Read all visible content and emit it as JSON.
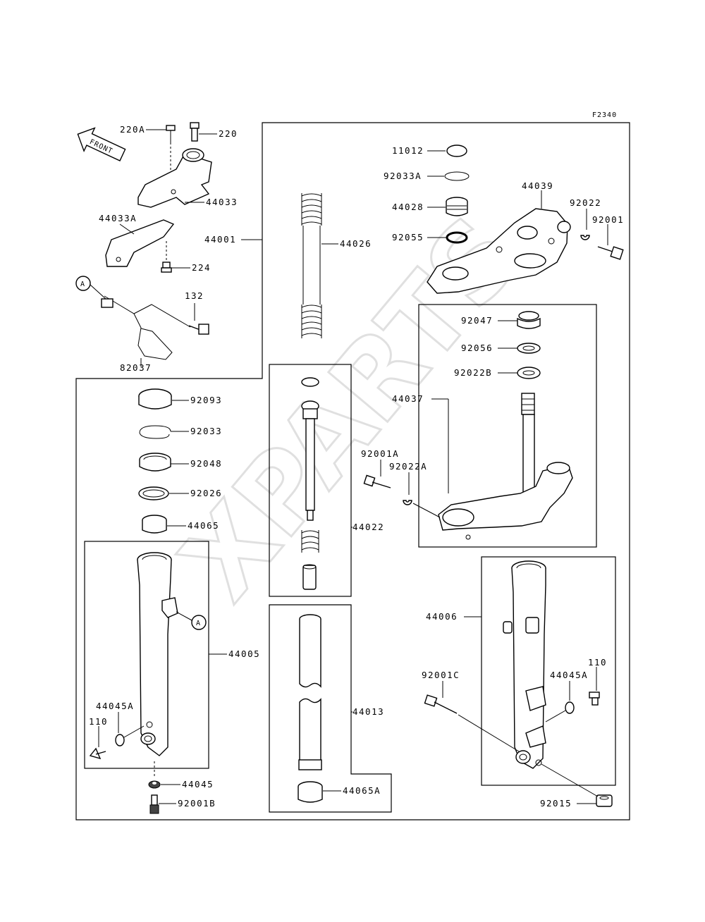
{
  "figure_code": "F2340",
  "watermark": "XPARTS",
  "front_arrow": "FRONT",
  "callout_letter": "A",
  "labels": {
    "p220A": "220A",
    "p220": "220",
    "p44033": "44033",
    "p44033A": "44033A",
    "p224": "224",
    "p132": "132",
    "p82037": "82037",
    "p44001": "44001",
    "p44026": "44026",
    "p11012": "11012",
    "p92033A": "92033A",
    "p44028": "44028",
    "p92055": "92055",
    "p44039": "44039",
    "p92022": "92022",
    "p92001": "92001",
    "p92047": "92047",
    "p92056": "92056",
    "p92022B": "92022B",
    "p44037": "44037",
    "p92001A": "92001A",
    "p92022A": "92022A",
    "p44022": "44022",
    "p92093": "92093",
    "p92033": "92033",
    "p92048": "92048",
    "p92026": "92026",
    "p44065": "44065",
    "p44005": "44005",
    "p44045A_left": "44045A",
    "p110_left": "110",
    "p44045": "44045",
    "p92001B": "92001B",
    "p44013": "44013",
    "p44065A": "44065A",
    "p44006": "44006",
    "p92001C": "92001C",
    "p44045A_right": "44045A",
    "p110_right": "110",
    "p92015": "92015"
  }
}
